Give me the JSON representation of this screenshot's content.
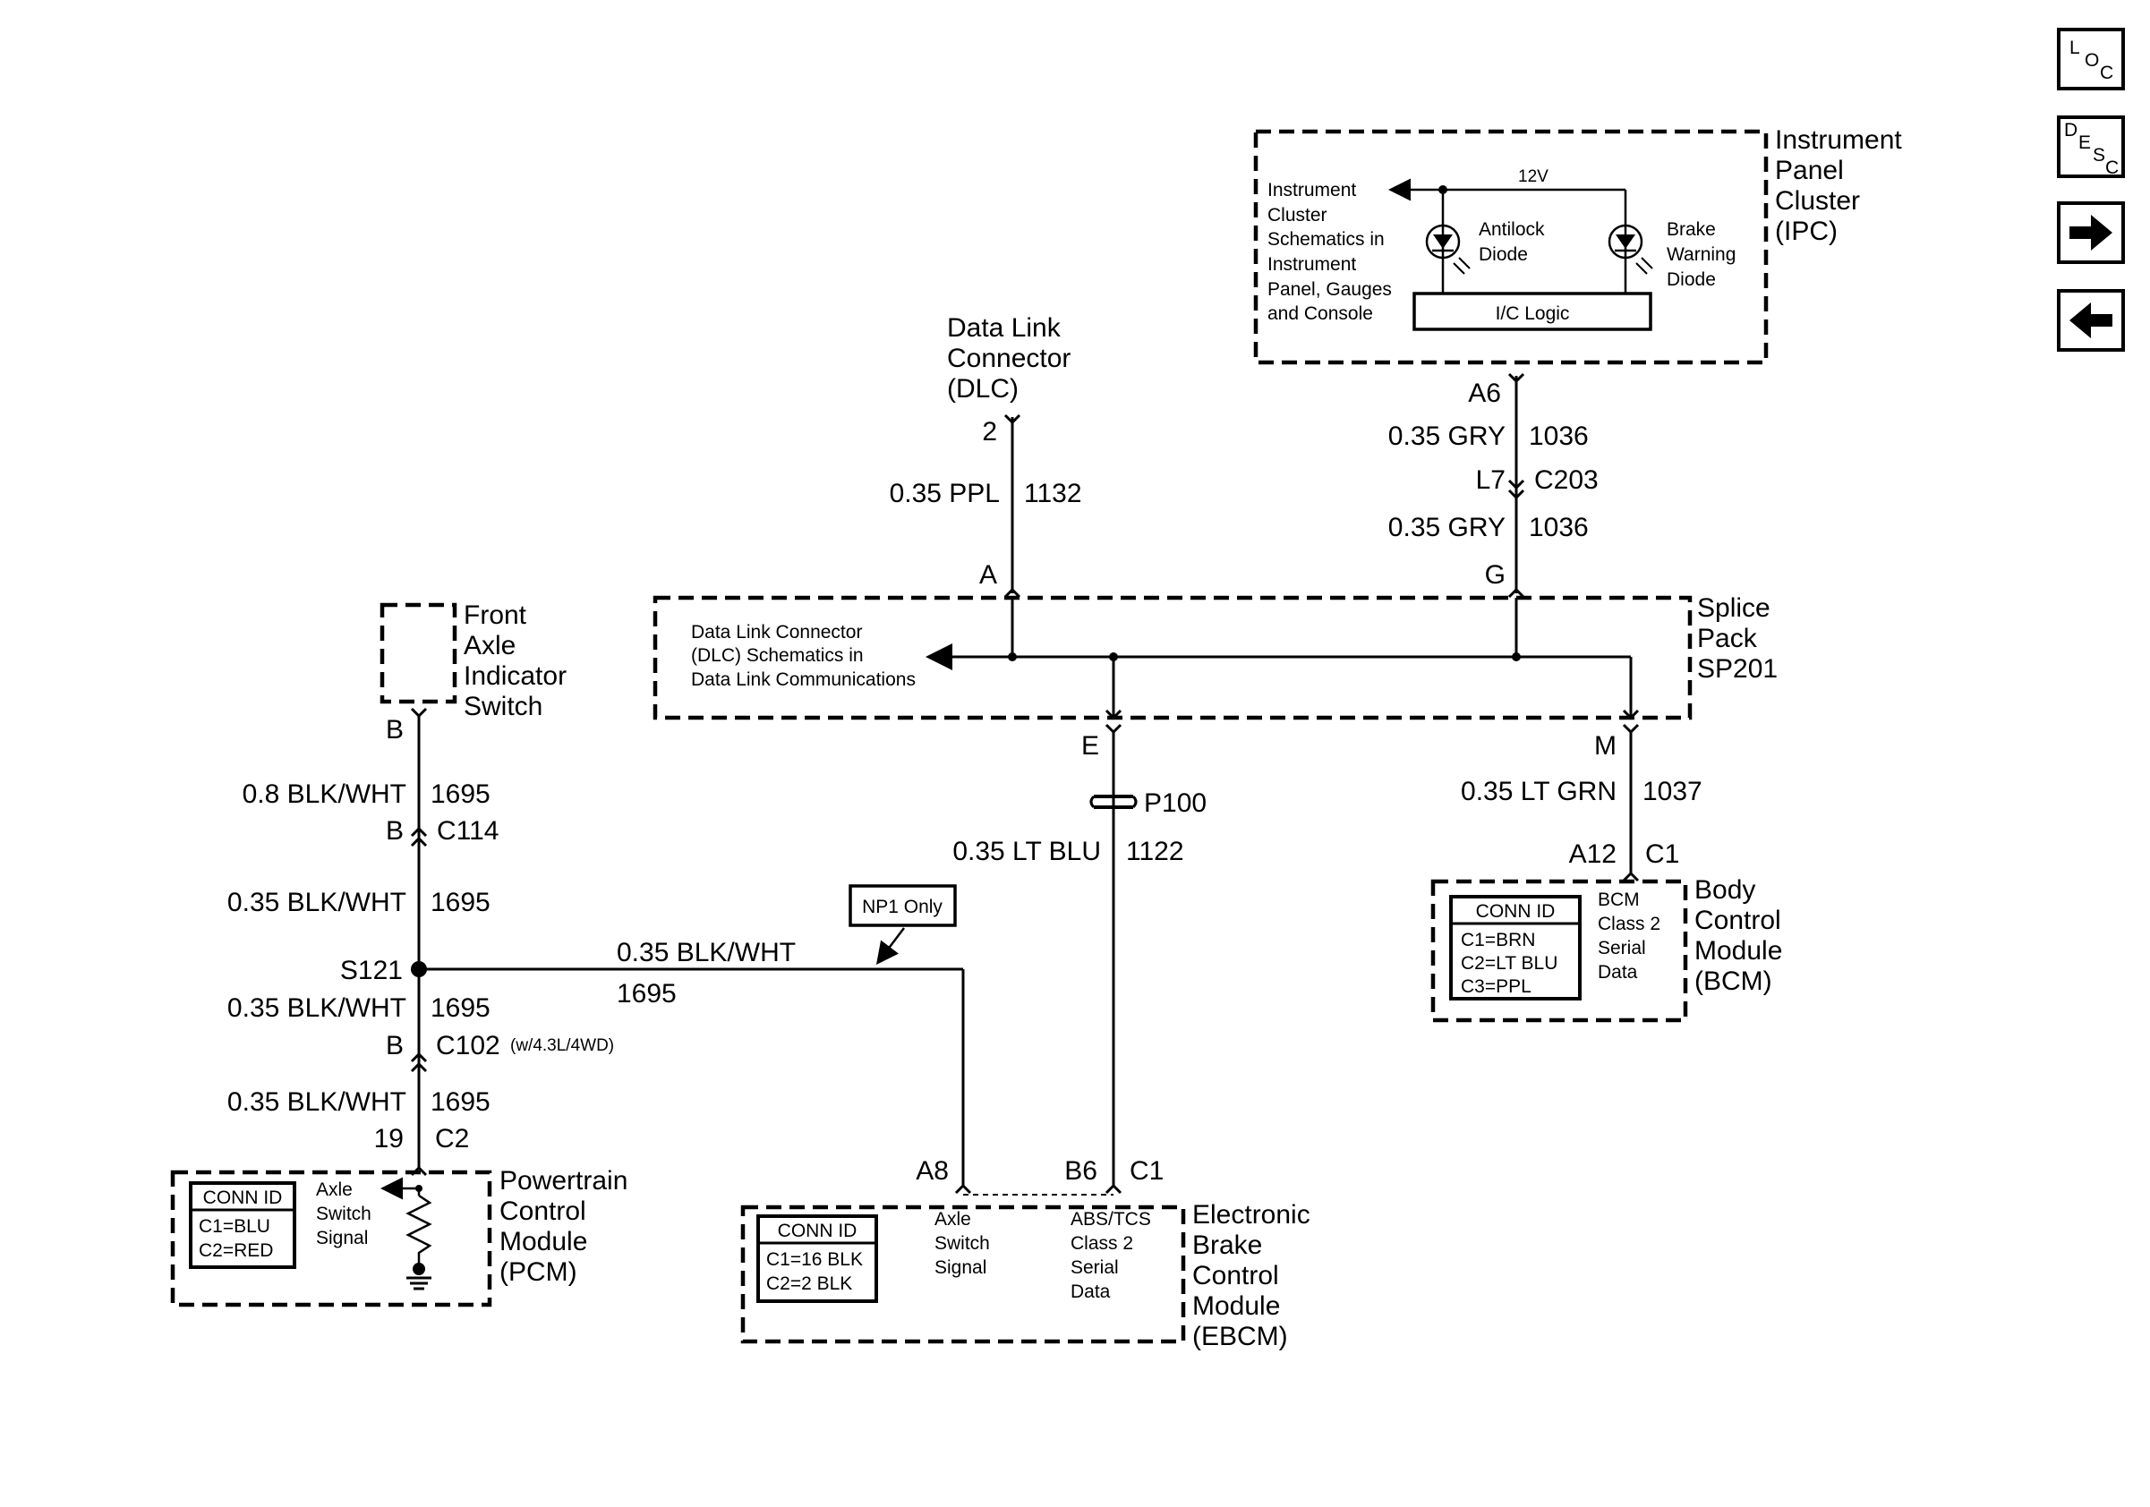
{
  "nav": {
    "loc": {
      "l": "L",
      "o": "O",
      "c": "C"
    },
    "desc": {
      "d": "D",
      "e": "E",
      "s": "S",
      "c": "C"
    }
  },
  "ipc": {
    "title": [
      "Instrument",
      "Panel",
      "Cluster",
      "(IPC)"
    ],
    "note": [
      "Instrument",
      "Cluster",
      "Schematics in",
      "Instrument",
      "Panel, Gauges",
      "and Console"
    ],
    "voltage": "12V",
    "antilock": [
      "Antilock",
      "Diode"
    ],
    "brake": [
      "Brake",
      "Warning",
      "Diode"
    ],
    "logic": "I/C Logic",
    "pin": "A6"
  },
  "dlc": {
    "title": [
      "Data Link",
      "Connector",
      "(DLC)"
    ],
    "pin": "2",
    "wire": "0.35 PPL",
    "circuit": "1132"
  },
  "ipc_wire": {
    "wire_top": "0.35 GRY",
    "circuit_top": "1036",
    "conn_pin": "L7",
    "conn": "C203",
    "wire_bottom": "0.35 GRY",
    "circuit_bottom": "1036"
  },
  "splice": {
    "title": [
      "Splice",
      "Pack",
      "SP201"
    ],
    "note": [
      "Data Link Connector",
      "(DLC) Schematics in",
      "Data Link Communications"
    ],
    "pin_a": "A",
    "pin_g": "G",
    "pin_e": "E",
    "pin_m": "M"
  },
  "front_axle": {
    "title": [
      "Front",
      "Axle",
      "Indicator",
      "Switch"
    ],
    "pin": "B",
    "wire1": "0.8 BLK/WHT",
    "circuit1": "1695",
    "c114_pin": "B",
    "c114": "C114",
    "wire2": "0.35 BLK/WHT",
    "circuit2": "1695",
    "splice": "S121",
    "wire3": "0.35 BLK/WHT",
    "circuit3": "1695",
    "c102_pin": "B",
    "c102": "C102",
    "c102_note": "(w/4.3L/4WD)",
    "wire4": "0.35 BLK/WHT",
    "circuit4": "1695",
    "pcm_pin": "19",
    "pcm_conn": "C2"
  },
  "branch": {
    "wire": "0.35 BLK/WHT",
    "circuit": "1695",
    "option": "NP1 Only"
  },
  "ebcm_wire": {
    "p100": "P100",
    "wire": "0.35 LT BLU",
    "circuit": "1122"
  },
  "bcm_wire": {
    "wire": "0.35 LT GRN",
    "circuit": "1037",
    "pin": "A12",
    "conn": "C1"
  },
  "pcm": {
    "title": [
      "Powertrain",
      "Control",
      "Module",
      "(PCM)"
    ],
    "conn_title": "CONN ID",
    "conn": [
      "C1=BLU",
      "C2=RED"
    ],
    "signal": [
      "Axle",
      "Switch",
      "Signal"
    ]
  },
  "ebcm": {
    "title": [
      "Electronic",
      "Brake",
      "Control",
      "Module",
      "(EBCM)"
    ],
    "conn_title": "CONN ID",
    "conn": [
      "C1=16 BLK",
      "C2=2 BLK"
    ],
    "pin_a8": "A8",
    "pin_b6": "B6",
    "conn_c1": "C1",
    "signal": [
      "Axle",
      "Switch",
      "Signal"
    ],
    "serial": [
      "ABS/TCS",
      "Class 2",
      "Serial",
      "Data"
    ]
  },
  "bcm": {
    "title": [
      "Body",
      "Control",
      "Module",
      "(BCM)"
    ],
    "conn_title": "CONN ID",
    "conn": [
      "C1=BRN",
      "C2=LT BLU",
      "C3=PPL"
    ],
    "serial": [
      "BCM",
      "Class 2",
      "Serial",
      "Data"
    ]
  }
}
